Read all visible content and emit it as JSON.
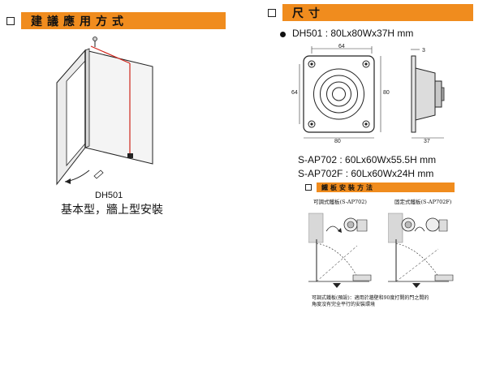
{
  "left_section": {
    "title": "建議應用方式",
    "model_label": "DH501",
    "caption": "基本型，牆上型安裝"
  },
  "right_section": {
    "title": "尺寸",
    "model_spec": "DH501 : 80Lx80Wx37H mm",
    "dimensions": {
      "top_width": "64",
      "left_height": "64",
      "right_height": "80",
      "bottom_width": "80",
      "depth_top": "3",
      "depth_bottom": "37"
    },
    "spec_ap702": "S-AP702 : 60Lx60Wx55.5H mm",
    "spec_ap702f": "S-AP702F : 60Lx60Wx24H mm"
  },
  "install": {
    "title": "鐵板安裝方法",
    "adjustable_label": "可調式鐵板(S-AP702)",
    "fixed_label": "固定式鐵板(S-AP702F)",
    "note_line1": "可調式鐵板(預設)：適用於牆壁和90度打開的門之間的",
    "note_line2": "角度沒有完全平行的安裝環境"
  },
  "colors": {
    "accent": "#f08c1e",
    "guide_red": "#d0261c"
  }
}
